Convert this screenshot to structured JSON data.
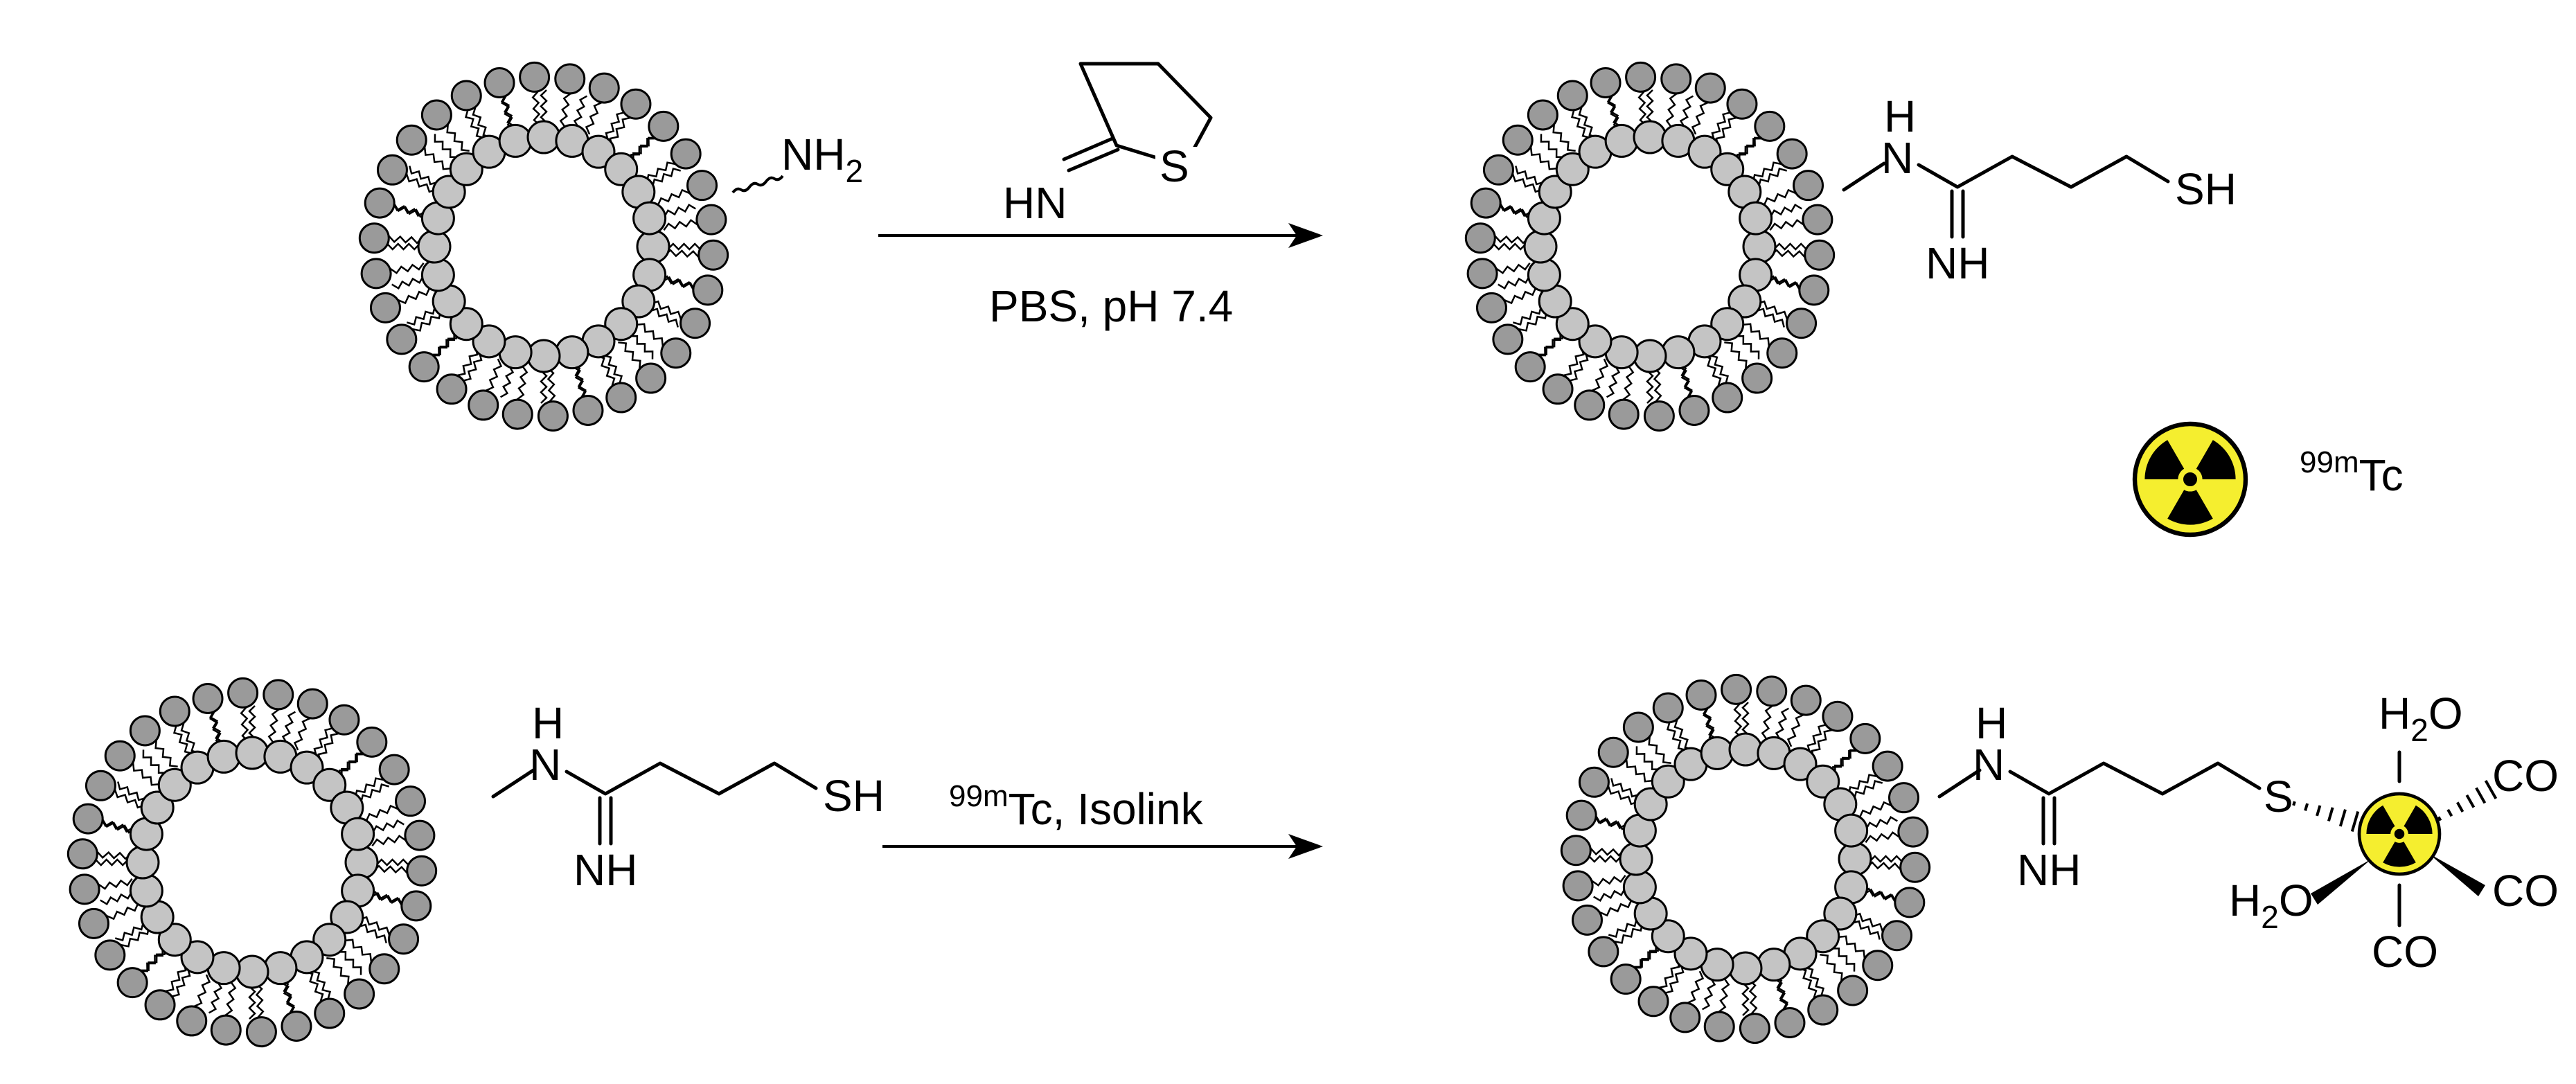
{
  "reagents": {
    "top_ring_label": "HN",
    "top_ring_s": "S",
    "top_conditions": "PBS, pH 7.4",
    "bottom_iso_super": "99m",
    "bottom_iso_text": "Tc,  Isolink"
  },
  "labels": {
    "nh2_main": "NH",
    "nh2_sub": "2",
    "h": "H",
    "n": "N",
    "nh": "NH",
    "sh": "SH",
    "s": "S",
    "h2o_top_h": "H",
    "h2o_top_2": "2",
    "h2o_top_o": "O",
    "h2o_left_h": "H",
    "h2o_left_2": "2",
    "h2o_left_o": "O",
    "co": "CO"
  },
  "legend": {
    "iso_super": "99m",
    "iso_text": "Tc"
  },
  "colors": {
    "head_outer": "#9a9a9a",
    "head_inner": "#c4c4c4",
    "radiation_yellow": "#f5ee2f",
    "ink": "#000000"
  },
  "icons": [
    "liposome",
    "radiation-icon"
  ]
}
